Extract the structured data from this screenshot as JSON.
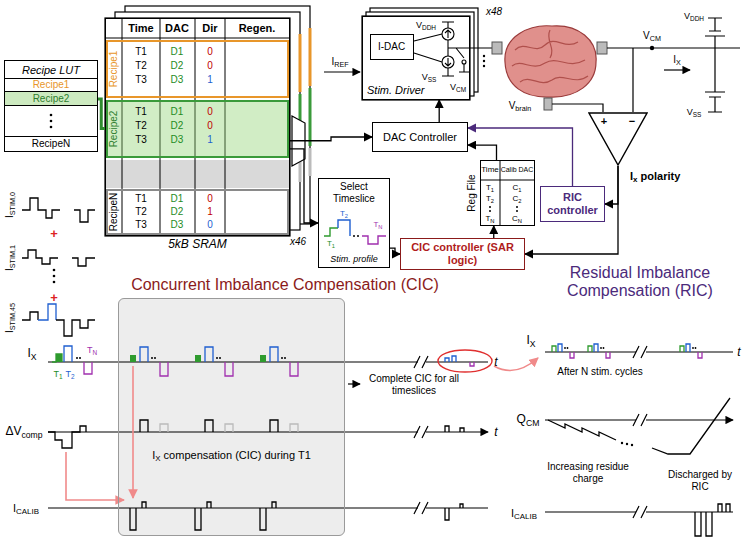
{
  "diagram": {
    "nodes": [
      {
        "text": [
          "Recipe LUT"
        ]
      },
      {
        "text": [
          "Recipe1"
        ],
        "in": 0
      },
      {
        "text": [
          "Recipe2"
        ],
        "in": 0
      },
      {
        "text": [
          "RecipeN"
        ],
        "in": 0
      },
      {
        "text": [
          "5kB SRAM"
        ]
      },
      {
        "text": [
          "Recipe1"
        ],
        "in": 4
      },
      {
        "text": [
          "Recipe2"
        ],
        "in": 4
      },
      {
        "text": [
          "RecipeN"
        ],
        "in": 4
      },
      {
        "text": [
          "Stim. Driver"
        ]
      },
      {
        "text": [
          "I-DAC"
        ],
        "in": 8
      },
      {
        "text": [
          "DAC Controller"
        ]
      },
      {
        "text": [
          "Reg File"
        ]
      },
      {
        "text": [
          "RIC controller"
        ]
      },
      {
        "text": [
          "Select Timeslice",
          "Stim. profile"
        ]
      },
      {
        "text": [
          "CIC controller (SAR logic)"
        ]
      },
      {
        "text": [
          "Ix polarity"
        ]
      },
      {
        "text": [
          "IX compensation (CIC) during T1"
        ]
      }
    ],
    "edges": [
      {
        "from": 2,
        "to": 6,
        "arrow": "none"
      },
      {
        "from": 4,
        "to": 10,
        "arrow": "to"
      },
      {
        "from": 4,
        "to": 13,
        "arrow": "to"
      },
      {
        "from": 10,
        "to": 8,
        "arrow": "to"
      },
      {
        "from": 11,
        "to": 10,
        "arrow": "to"
      },
      {
        "from": 13,
        "to": 14,
        "arrow": "to"
      },
      {
        "from": 14,
        "to": 11,
        "arrow": "to"
      },
      {
        "from": 15,
        "to": 14,
        "arrow": "to"
      },
      {
        "from": 15,
        "to": 12,
        "arrow": "to"
      },
      {
        "from": 12,
        "to": 10,
        "arrow": "to"
      }
    ],
    "labels": [
      "Time",
      "DAC",
      "Dir",
      "Regen.",
      "T1",
      "T2",
      "T3",
      "D1",
      "D2",
      "D3",
      "0",
      "0",
      "1",
      "T1",
      "T2",
      "T3",
      "D1",
      "D2",
      "D3",
      "0",
      "0",
      "1",
      "T1",
      "T2",
      "T3",
      "D1",
      "D2",
      "D3",
      "0",
      "1",
      "0",
      "x46",
      "x48",
      "VDDH",
      "VSS",
      "VCM",
      "IREF",
      "VDDH",
      "VCM",
      "IX",
      "VSS",
      "Vbrain",
      "+",
      "−",
      "Time",
      "Calib DAC",
      "T1",
      "T2",
      "TN",
      "C1",
      "C2",
      "CN",
      "T2",
      "T1",
      "TN",
      "ISTIM,0",
      "ISTIM,1",
      "ISTIM,45",
      "+",
      "+",
      "Concurrent Imbalance Compensation (CIC)",
      "IX",
      "T1",
      "T2",
      "TN",
      "t",
      "ΔVcomp",
      "t",
      "ICALIB",
      "Complete CIC for all timeslices",
      "Residual Imbalance Compensation (RIC)",
      "IX",
      "t",
      "After N stim. cycles",
      "QCM",
      "Increasing residue charge",
      "Discharged by RIC",
      "ICALIB"
    ]
  }
}
